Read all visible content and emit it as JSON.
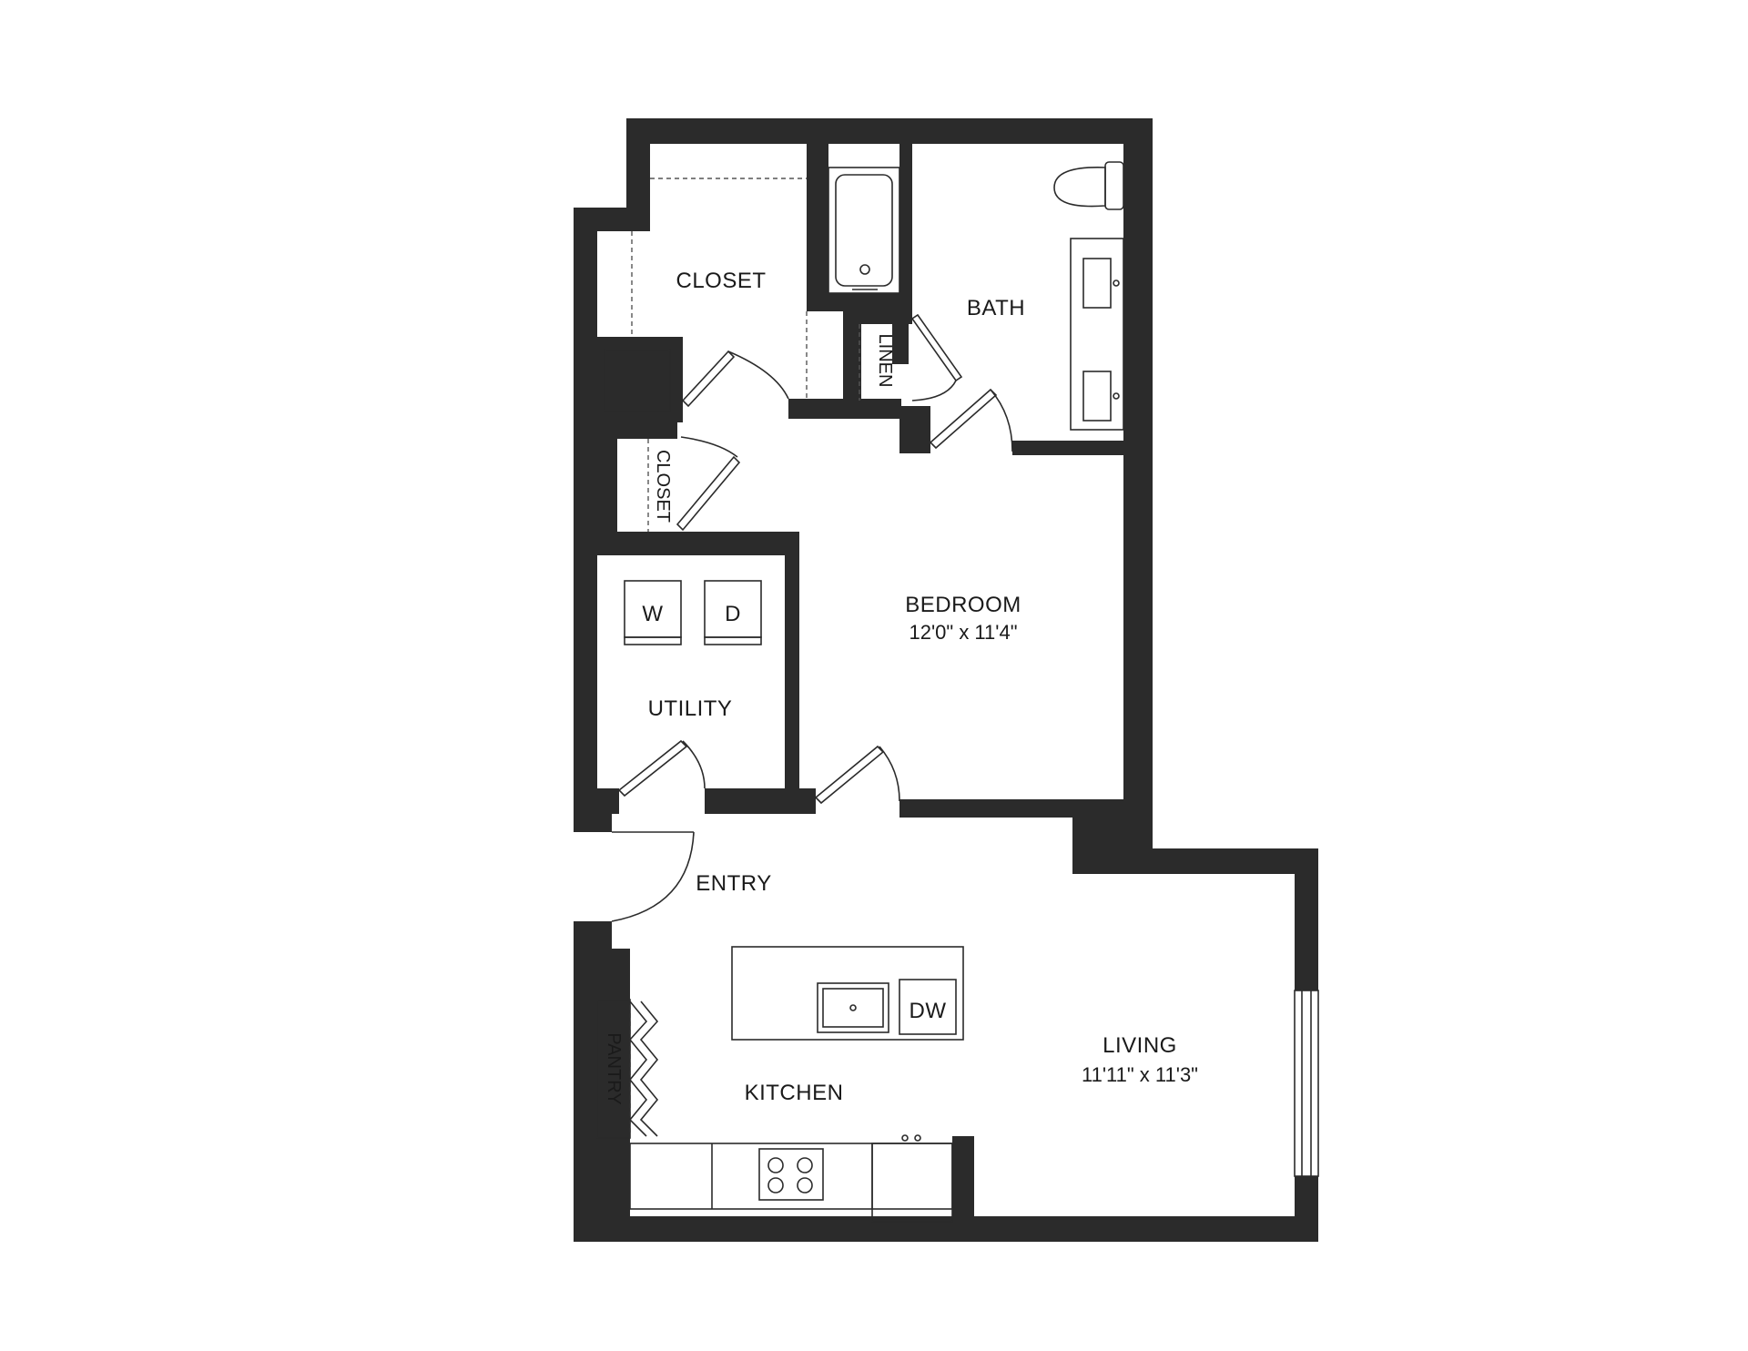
{
  "rooms": {
    "closet_main": "CLOSET",
    "bath": "BATH",
    "linen": "LINEN",
    "closet_small": "CLOSET",
    "bedroom": "BEDROOM",
    "bedroom_dims": "12'0\" x 11'4\"",
    "utility": "UTILITY",
    "entry": "ENTRY",
    "kitchen": "KITCHEN",
    "pantry": "PANTRY",
    "living": "LIVING",
    "living_dims": "11'11\" x 11'3\""
  },
  "appliances": {
    "washer": "W",
    "dryer": "D",
    "dishwasher": "DW"
  },
  "colors": {
    "wall": "#2b2b2b",
    "background": "#ffffff"
  }
}
